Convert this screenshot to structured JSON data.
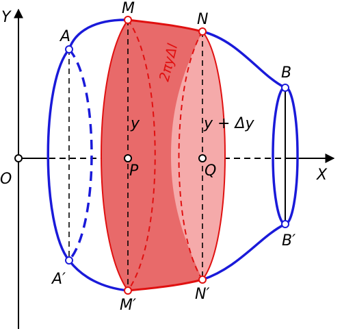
{
  "axes": {
    "y_label": "Y",
    "x_label": "X",
    "origin_label": "O"
  },
  "points": {
    "A": "A",
    "A_prime": "A′",
    "M": "M",
    "M_prime": "M′",
    "N": "N",
    "N_prime": "N′",
    "B": "B",
    "B_prime": "B′",
    "P": "P",
    "Q": "Q"
  },
  "annotations": {
    "radius_y": "y",
    "radius_y_dy": "y + Δy",
    "band_area": "2πyΔl"
  },
  "colors": {
    "curve": "#1a1ad9",
    "band_edge": "#e01010",
    "band_fill_dark": "#e86a6a",
    "band_fill_light": "#f5aaaa",
    "axis": "#000000"
  }
}
